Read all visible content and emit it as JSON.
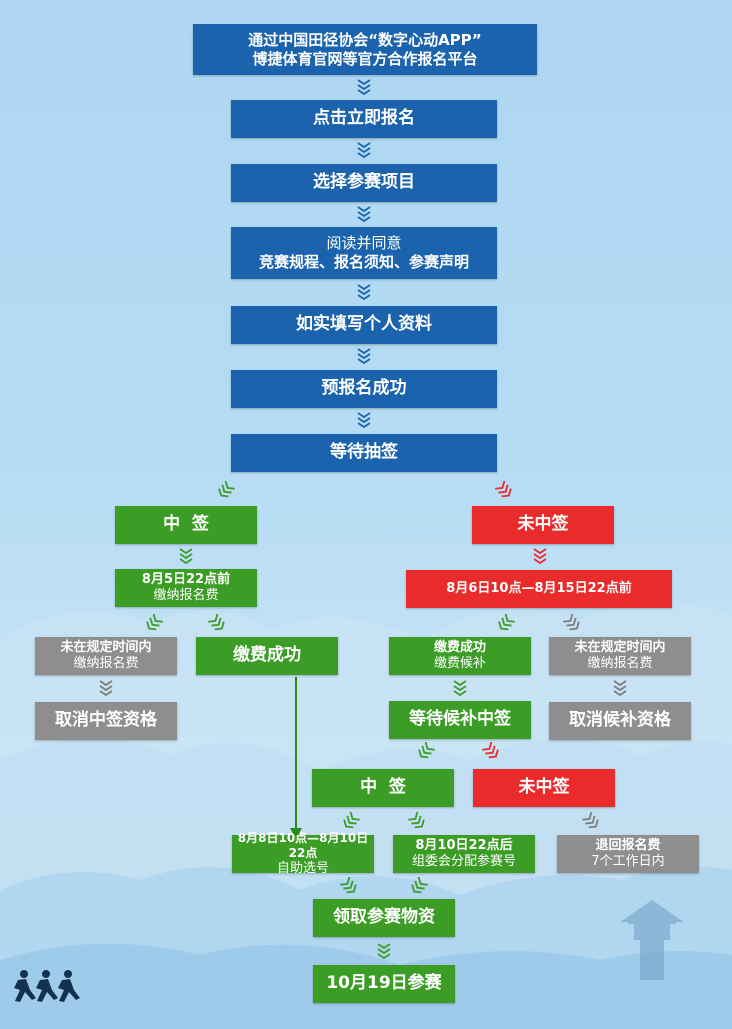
{
  "colors": {
    "blue": "#1b63ad",
    "green": "#3c9d26",
    "red": "#ea2b2b",
    "gray": "#8e8e8e"
  },
  "steps": {
    "platform_line1": "通过中国田径协会“数字心动APP”",
    "platform_line2": "博捷体育官网等官方合作报名平台",
    "click_register": "点击立即报名",
    "select_event": "选择参赛项目",
    "read_agree_line1": "阅读并同意",
    "read_agree_line2": "竞赛规程、报名须知、参赛声明",
    "fill_info": "如实填写个人资料",
    "prereg_success": "预报名成功",
    "wait_lottery": "等待抽签"
  },
  "win": {
    "label": "中  签",
    "deadline_line1": "8月5日22点前",
    "deadline_line2": "缴纳报名费",
    "not_paid_line1": "未在规定时间内",
    "not_paid_line2": "缴纳报名费",
    "cancel": "取消中签资格",
    "paid": "缴费成功"
  },
  "lose": {
    "label": "未中签",
    "window": "8月6日10点—8月15日22点前",
    "paid_line1": "缴费成功",
    "paid_line2": "缴费候补",
    "not_paid_line1": "未在规定时间内",
    "not_paid_line2": "缴纳报名费",
    "cancel": "取消候补资格",
    "wait_waitlist": "等待候补中签"
  },
  "waitlist": {
    "win_label": "中  签",
    "lose_label": "未中签",
    "refund_line1": "退回报名费",
    "refund_line2": "7个工作日内"
  },
  "assign": {
    "self_select_line1": "8月8日10点—8月10日22点",
    "self_select_line2": "自助选号",
    "committee_line1": "8月10日22点后",
    "committee_line2": "组委会分配参赛号"
  },
  "final": {
    "collect_kit": "领取参赛物资",
    "race_day": "10月19日参赛"
  }
}
